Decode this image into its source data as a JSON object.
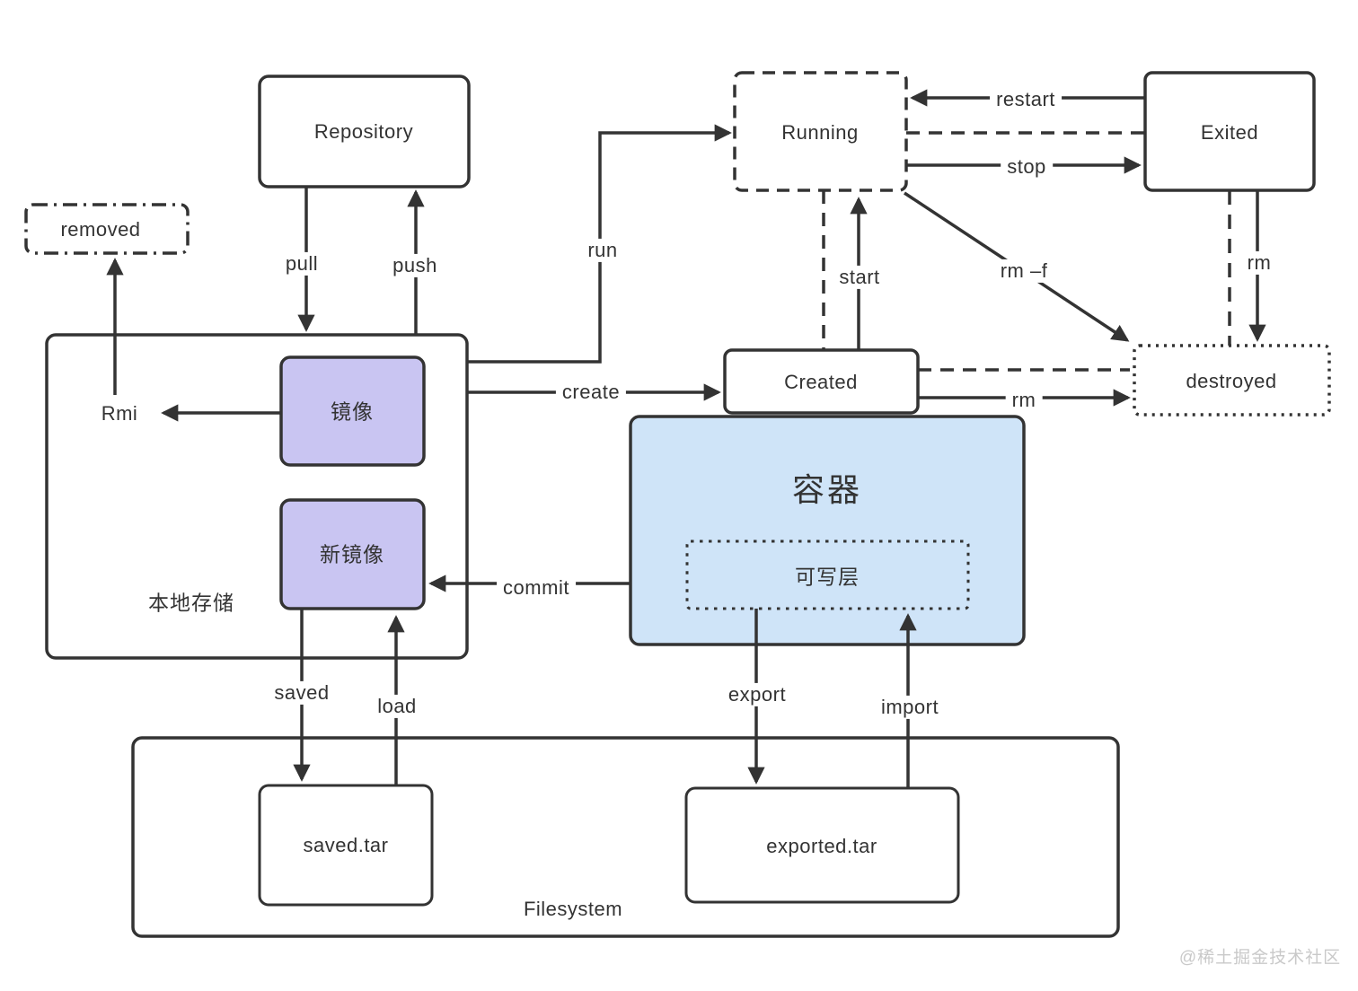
{
  "nodes": {
    "repository": {
      "label": "Repository",
      "border": "solid"
    },
    "removed": {
      "label": "removed",
      "border": "dash-dot"
    },
    "running": {
      "label": "Running",
      "border": "dashed"
    },
    "exited": {
      "label": "Exited",
      "border": "solid"
    },
    "created": {
      "label": "Created",
      "border": "solid"
    },
    "destroyed": {
      "label": "destroyed",
      "border": "dotted"
    },
    "local_storage": {
      "label": "本地存储",
      "border": "solid"
    },
    "image": {
      "label": "镜像",
      "fill": "#c9c5f2"
    },
    "new_image": {
      "label": "新镜像",
      "fill": "#c9c5f2"
    },
    "container": {
      "label": "容器",
      "fill": "#cfe4f8"
    },
    "writable_layer": {
      "label": "可写层",
      "border": "dotted"
    },
    "filesystem": {
      "label": "Filesystem",
      "border": "solid"
    },
    "saved_tar": {
      "label": "saved.tar",
      "border": "solid"
    },
    "exported_tar": {
      "label": "exported.tar",
      "border": "solid"
    }
  },
  "edges": {
    "pull": {
      "label": "pull",
      "from": "repository",
      "to": "local_storage"
    },
    "push": {
      "label": "push",
      "from": "local_storage",
      "to": "repository"
    },
    "run": {
      "label": "run",
      "from": "local_storage",
      "to": "running"
    },
    "restart": {
      "label": "restart",
      "from": "exited",
      "to": "running"
    },
    "stop": {
      "label": "stop",
      "from": "running",
      "to": "exited"
    },
    "start": {
      "label": "start",
      "from": "created",
      "to": "running"
    },
    "rm_f": {
      "label": "rm –f",
      "from": "running",
      "to": "destroyed"
    },
    "rm_exited": {
      "label": "rm",
      "from": "exited",
      "to": "destroyed"
    },
    "create": {
      "label": "create",
      "from": "local_storage",
      "to": "created"
    },
    "rm_created": {
      "label": "rm",
      "from": "created",
      "to": "destroyed"
    },
    "commit": {
      "label": "commit",
      "from": "container",
      "to": "new_image"
    },
    "rmi": {
      "label": "Rmi",
      "from": "image",
      "to": "removed"
    },
    "saved": {
      "label": "saved",
      "from": "new_image",
      "to": "saved_tar"
    },
    "load": {
      "label": "load",
      "from": "saved_tar",
      "to": "new_image"
    },
    "export": {
      "label": "export",
      "from": "writable_layer",
      "to": "exported_tar"
    },
    "import": {
      "label": "import",
      "from": "exported_tar",
      "to": "writable_layer"
    }
  },
  "watermark": {
    "text": "@稀土掘金技术社区",
    "color": "#c9c9c9"
  },
  "colors": {
    "stroke": "#333333",
    "text": "#333333",
    "image_fill": "#c9c5f2",
    "container_fill": "#cfe4f8",
    "background": "#ffffff"
  }
}
